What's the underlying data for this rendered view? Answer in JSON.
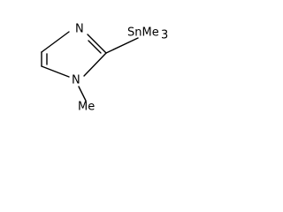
{
  "molecule": {
    "atoms": {
      "n3": "N",
      "n1": "N",
      "tin_group": "SnMe",
      "tin_group_count": "3",
      "n_methyl": "Me"
    }
  }
}
